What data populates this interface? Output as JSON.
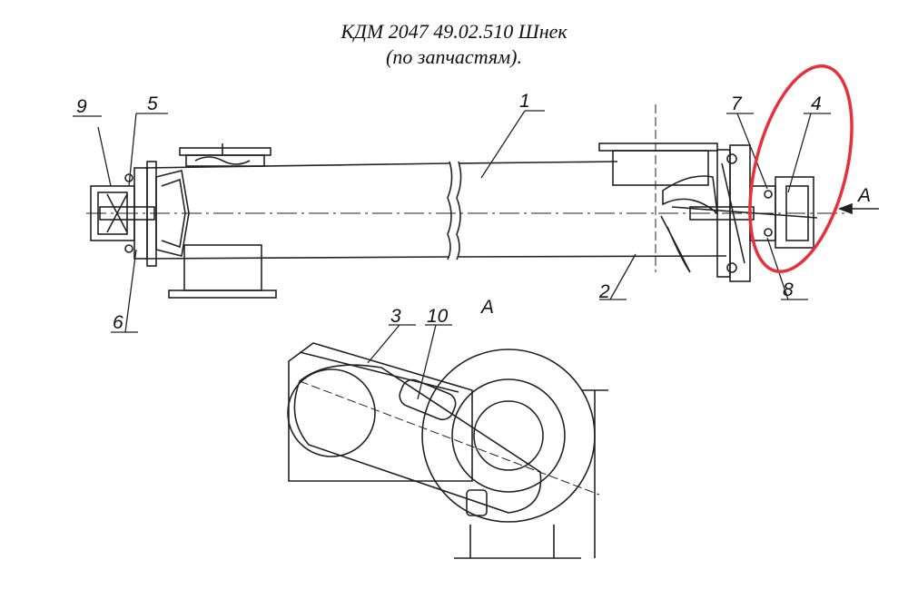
{
  "title": "КДМ 2047 49.02.510 Шнек",
  "subtitle": "(по запчастям).",
  "view_label": "А",
  "arrow_label": "А",
  "callouts": [
    "1",
    "2",
    "3",
    "4",
    "5",
    "6",
    "7",
    "8",
    "9",
    "10"
  ],
  "colors": {
    "line": "#222222",
    "highlight": "#e8303a"
  }
}
